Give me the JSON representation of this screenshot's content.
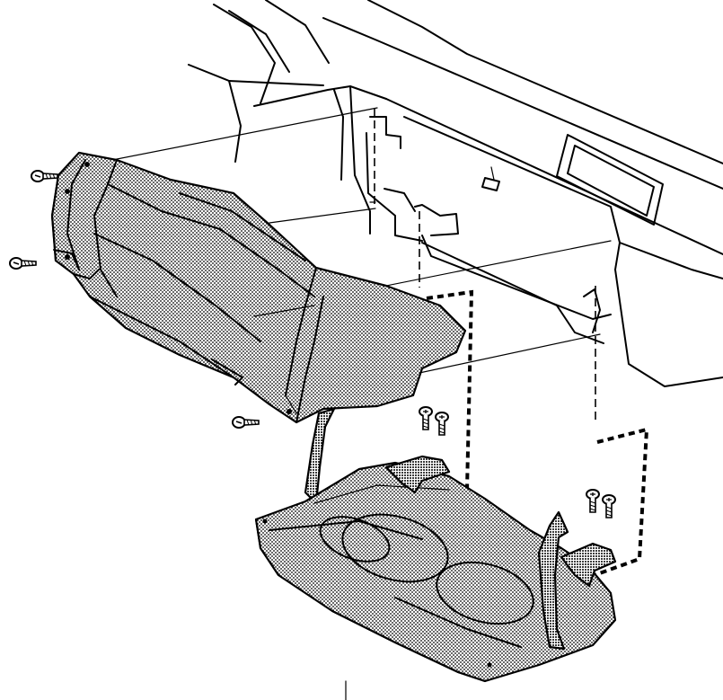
{
  "figure": {
    "kind": "exploded assembly illustration",
    "colors": {
      "ink": "#000000",
      "paper": "#ffffff"
    },
    "parts": [
      "dashboard-body",
      "upper-glovebox-housing",
      "lower-tray-panel",
      "support-strap-left",
      "support-strap-right",
      "mounting-bracket-left",
      "mounting-bracket-right",
      "screw"
    ],
    "icons": [
      "screw-icon"
    ]
  }
}
